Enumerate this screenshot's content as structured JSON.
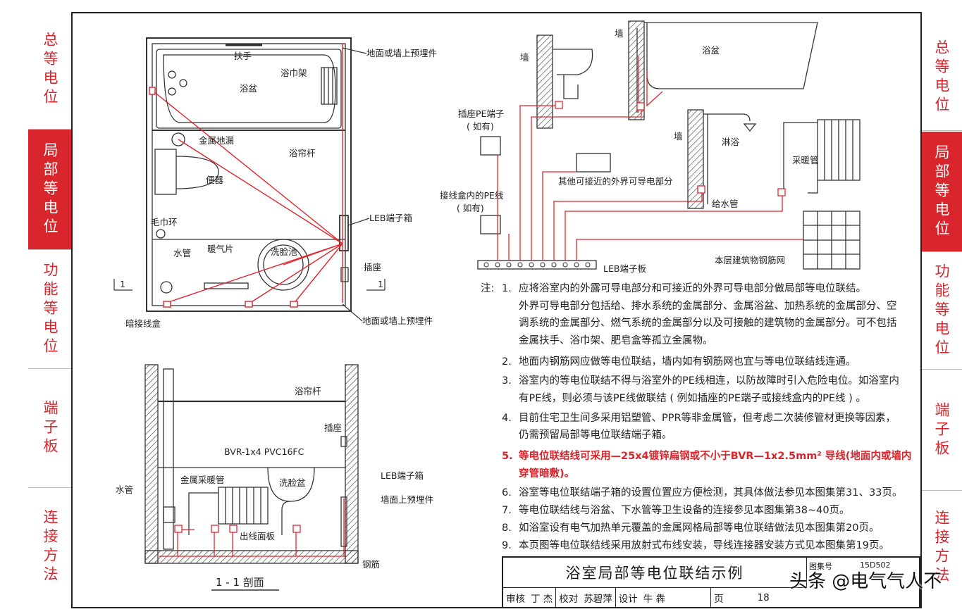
{
  "tabs_left": [
    {
      "label": "总等电位",
      "active": false
    },
    {
      "label": "局部等电位",
      "active": true
    },
    {
      "label": "功能等电位",
      "active": false
    },
    {
      "label": "端子板",
      "active": false
    },
    {
      "label": "连接方法",
      "active": false
    }
  ],
  "tabs_right": [
    {
      "label": "总等电位",
      "active": false
    },
    {
      "label": "局部等电位",
      "active": true
    },
    {
      "label": "功能等电位",
      "active": false
    },
    {
      "label": "端子板",
      "active": false
    },
    {
      "label": "连接方法",
      "active": false
    }
  ],
  "plan_labels": {
    "handrail": "扶手",
    "bathtub": "浴盆",
    "towel_rack": "浴巾架",
    "embed_top": "地面或墙上预埋件",
    "floor_drain": "金属地漏",
    "curtain_rod": "浴帘杆",
    "toilet": "便器",
    "towel_ring": "毛巾环",
    "leb_box": "LEB端子箱",
    "water_pipe": "水管",
    "radiator": "暖气片",
    "washbasin": "洗脸池",
    "socket": "插座",
    "junction_box": "暗接线盒",
    "embed_bottom": "地面或墙上预埋件",
    "sec_mark": "1"
  },
  "section_labels": {
    "curtain_rod": "浴帘杆",
    "socket": "插座",
    "cable": "BVR-1x4  PVC16FC",
    "leb_box": "LEB端子箱",
    "water_pipe": "水管",
    "metal_radiator": "金属采暖管",
    "washbasin": "洗脸盆",
    "embed": "墙面上预埋件",
    "outlet_panel": "出线面板",
    "rebar": "钢筋",
    "title": "1 - 1 剖面"
  },
  "schematic_labels": {
    "wall1": "墙",
    "wall2": "墙",
    "bathtub": "浴盆",
    "wall3": "墙",
    "shower": "淋浴",
    "socket_pe": "插座PE端子",
    "if_any1": "( 如有)",
    "other_parts": "其他可接近的外界可导电部分",
    "heating_pipe": "采暖管",
    "junction_pe": "接线盒内的PE线",
    "if_any2": "( 如有)",
    "supply_pipe": "给水管",
    "rebar_mesh": "本层建筑物钢筋网",
    "leb_plate": "LEB端子板"
  },
  "notes": {
    "heading": "注:",
    "items": [
      {
        "num": "1.",
        "text": "应将浴室内的外露可导电部分和可接近的外界可导电部分做局部等电位联结。",
        "red": false
      },
      {
        "num": "",
        "text": "外界可导电部分包括给、排水系统的金属部分、金属浴盆、加热系统的金属部分、空",
        "red": false
      },
      {
        "num": "",
        "text": "调系统的金属部分、燃气系统的金属部分以及可接触的建筑物的金属部分。可不包括",
        "red": false
      },
      {
        "num": "",
        "text": "金属扶手、浴巾架、肥皂盒等孤立金属物。",
        "red": false
      },
      {
        "num": "2.",
        "text": "地面内钢筋网应做等电位联结，墙内如有钢筋网也宜与等电位联结线连通。",
        "red": false
      },
      {
        "num": "3.",
        "text": "浴室内的等电位联结不得与浴室外的PE线相连，以防故障时引入危险电位。如浴室内",
        "red": false
      },
      {
        "num": "",
        "text": "有PE线，则必须与该PE线做联结 ( 例如插座的PE端子或接线盒内的PE线 ) 。",
        "red": false
      },
      {
        "num": "4.",
        "text": "目前住宅卫生间多采用铝塑管、PPR等非金属管，但考虑二次装修管材更换等因素，",
        "red": false
      },
      {
        "num": "",
        "text": "仍需预留局部等电位联结端子箱。",
        "red": false
      },
      {
        "num": "5.",
        "text": "等电位联结线可采用—25x4镀锌扁钢或不小于BVR—1x2.5mm² 导线(地面内或墙内",
        "red": true
      },
      {
        "num": "",
        "text": "穿管暗敷)。",
        "red": true
      },
      {
        "num": "6.",
        "text": "浴室等电位联结端子箱的设置位置应方便检测，其具体做法参见本图集第31、33页。",
        "red": false
      },
      {
        "num": "7.",
        "text": "等电位联结线与浴盆、下水管等卫生设备的连接参见本图集第38~40页。",
        "red": false
      },
      {
        "num": "8.",
        "text": "如浴室设有电气加热单元覆盖的金属网格局部等电位联结做法见本图集第20页。",
        "red": false
      },
      {
        "num": "9.",
        "text": "本页图等电位联结线采用放射式布线安装，导线连接器安装方式见本图集第19页。",
        "red": false
      }
    ]
  },
  "title_block": {
    "title": "浴室局部等电位联结示例",
    "atlas_label": "图集号",
    "atlas_no": "15D502",
    "review": "审核",
    "reviewer": "丁 杰",
    "check": "校对",
    "checker": "苏碧萍",
    "design": "设计",
    "designer": "牛 犇",
    "page_label": "页",
    "page_no": "18"
  },
  "watermark": "头条 @电气气人不"
}
